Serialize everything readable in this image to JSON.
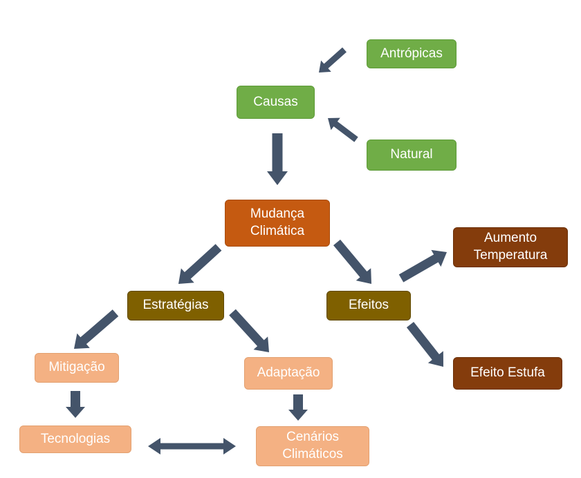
{
  "colors": {
    "green": "#70ad47",
    "green_border": "#5c9a36",
    "orange": "#c55a11",
    "orange_border": "#a84c0e",
    "olive": "#7f6000",
    "olive_border": "#5f4800",
    "brown": "#843c0c",
    "brown_border": "#6a2f08",
    "peach": "#f4b183",
    "peach_border": "#e2a070",
    "arrow": "#44546a",
    "text_light": "#ffffff",
    "text_dark": "#ffffff"
  },
  "nodes": {
    "antropicas": "Antrópicas",
    "causas": "Causas",
    "natural": "Natural",
    "mudanca": "Mudança\nClimática",
    "aumento": "Aumento\nTemperatura",
    "estrategias": "Estratégias",
    "efeitos": "Efeitos",
    "mitigacao": "Mitigação",
    "adaptacao": "Adaptação",
    "efeito_estufa": "Efeito Estufa",
    "tecnologias": "Tecnologias",
    "cenarios": "Cenários\nClimáticos"
  }
}
